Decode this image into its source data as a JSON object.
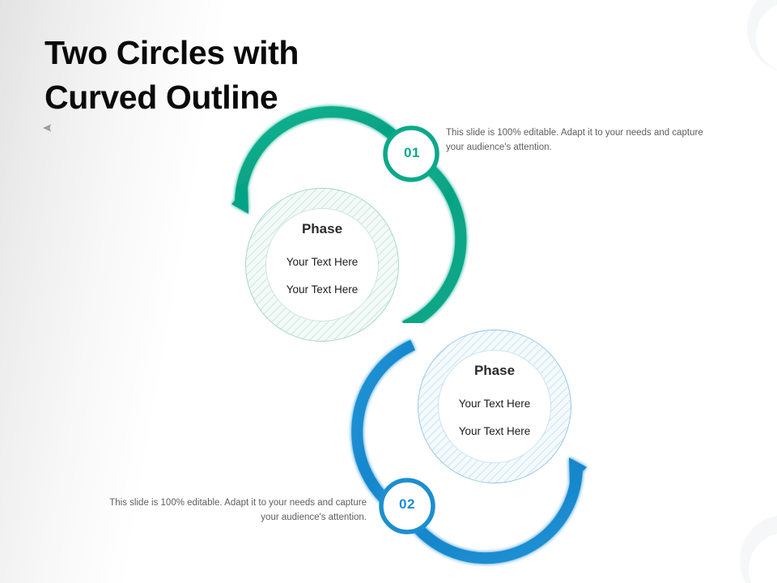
{
  "slide": {
    "title": "Two Circles with\nCurved Outline",
    "background_color": "#ffffff",
    "accent_green": "#0aa98a",
    "accent_blue": "#1c8ed0"
  },
  "steps": [
    {
      "badge": "01",
      "color": "#0aa98a",
      "phase_title": "Phase",
      "line1": "Your Text Here",
      "line2": "Your Text Here",
      "note": "This slide is 100% editable. Adapt it to your needs and capture your audience's attention."
    },
    {
      "badge": "02",
      "color": "#1c8ed0",
      "phase_title": "Phase",
      "line1": "Your Text Here",
      "line2": "Your Text Here",
      "note": "This slide is 100% editable. Adapt it to your needs and capture your audience's attention."
    }
  ],
  "icons": {
    "title_rule": "left-arrow-rule",
    "green_arc": "curved-arrow-counterclockwise",
    "blue_arc": "curved-arrow-clockwise",
    "corner_top_right": "quarter-ring-decoration",
    "corner_bottom_right": "quarter-ring-decoration"
  }
}
